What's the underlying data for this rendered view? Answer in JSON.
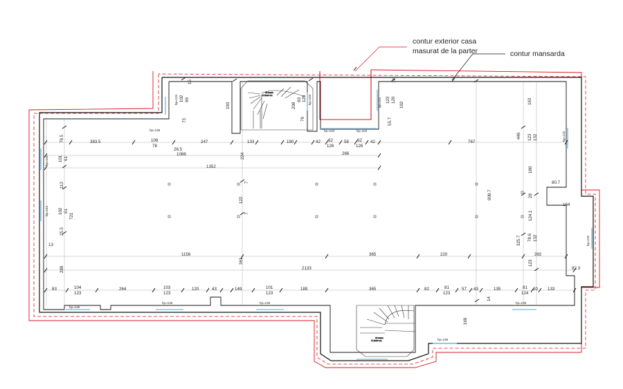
{
  "legend": {
    "exterior_line1": "contur exterior casa",
    "exterior_line2": "masurat de la parter",
    "mansard": "contur mansarda"
  },
  "colors": {
    "exterior_contour": "#d8141b",
    "mansard_contour": "#111111",
    "window_glass": "#8fc3e3",
    "dimension_ticks": "#222222"
  },
  "stairs": {
    "top_label_1": "16 trepte",
    "top_label_2": "17.5x30 cm",
    "bottom_label_1": "16 trepte",
    "bottom_label_2": "17.5x30 cm"
  },
  "windows": {
    "w1": "hp=136",
    "w2": "hp=134",
    "w3": "hp=103",
    "w4": "hp=102",
    "w5": "hp=103",
    "w6": "hp=103",
    "w7": "hp=132",
    "w8": "hp=142",
    "w9": "hp=142",
    "w10": "hp=132",
    "w11": "hp=136",
    "w12": "hp=138",
    "w13": "hp=136",
    "w14": "hp=136",
    "w15": "hp=138"
  },
  "dimensions": {
    "d383_5": "383.5",
    "d106": "106",
    "d78": "78",
    "d26_5": "26.5",
    "d247": "247",
    "d1086": "1086",
    "d133": "133",
    "d224": "224",
    "d190": "190",
    "d42a": "42",
    "d62a": "62",
    "d126a": "126",
    "d58": "58",
    "d62b": "62",
    "d126b": "126",
    "d42b": "42",
    "d266": "266",
    "d767": "767",
    "d1352": "1352",
    "d446": "446",
    "d123a": "123",
    "d132a": "132",
    "d193": "193",
    "d154": "15",
    "d69": "69",
    "d102a": "102",
    "d73": "73",
    "d208": "208",
    "d60": "60",
    "d120a": "120",
    "d79": "79",
    "d14a": "14",
    "d123b": "123",
    "d120b": "120",
    "d192": "192",
    "d55_7": "55.7",
    "d163": "163",
    "d79_5": "79.5",
    "d101": "101",
    "d61a": "61",
    "d113": "113",
    "d102b": "102",
    "d61b": "61",
    "d721": "721",
    "d25_5": "25.5",
    "d13": "13",
    "d289": "289",
    "d7a": "7",
    "d122": "122",
    "d7b": "7",
    "d909_7": "909.7",
    "d180": "180",
    "d80_7": "80.7",
    "d28": "28",
    "d164": "164",
    "d124_1": "124.1",
    "d325_7": "325.7",
    "d78_6": "78.6",
    "d132b": "132",
    "d123c": "123",
    "d1156": "1156",
    "d361": "361",
    "d365a": "365",
    "d220": "220",
    "d392": "392",
    "d2133": "2133",
    "d82_3": "82.3",
    "d83": "83",
    "d104": "104",
    "d123d": "123",
    "d264": "264",
    "d103": "103",
    "d123e": "123",
    "d120c": "120",
    "d43a": "43",
    "d149": "149",
    "d101b": "101",
    "d123f": "123",
    "d189": "189",
    "d365b": "365",
    "d82": "82",
    "d81a": "81",
    "d123g": "123",
    "d57": "57",
    "d43b": "43",
    "d135": "135",
    "d81b": "81",
    "d124": "124",
    "d20": "20",
    "d133b": "133",
    "d14b": "14",
    "d169": "169"
  }
}
